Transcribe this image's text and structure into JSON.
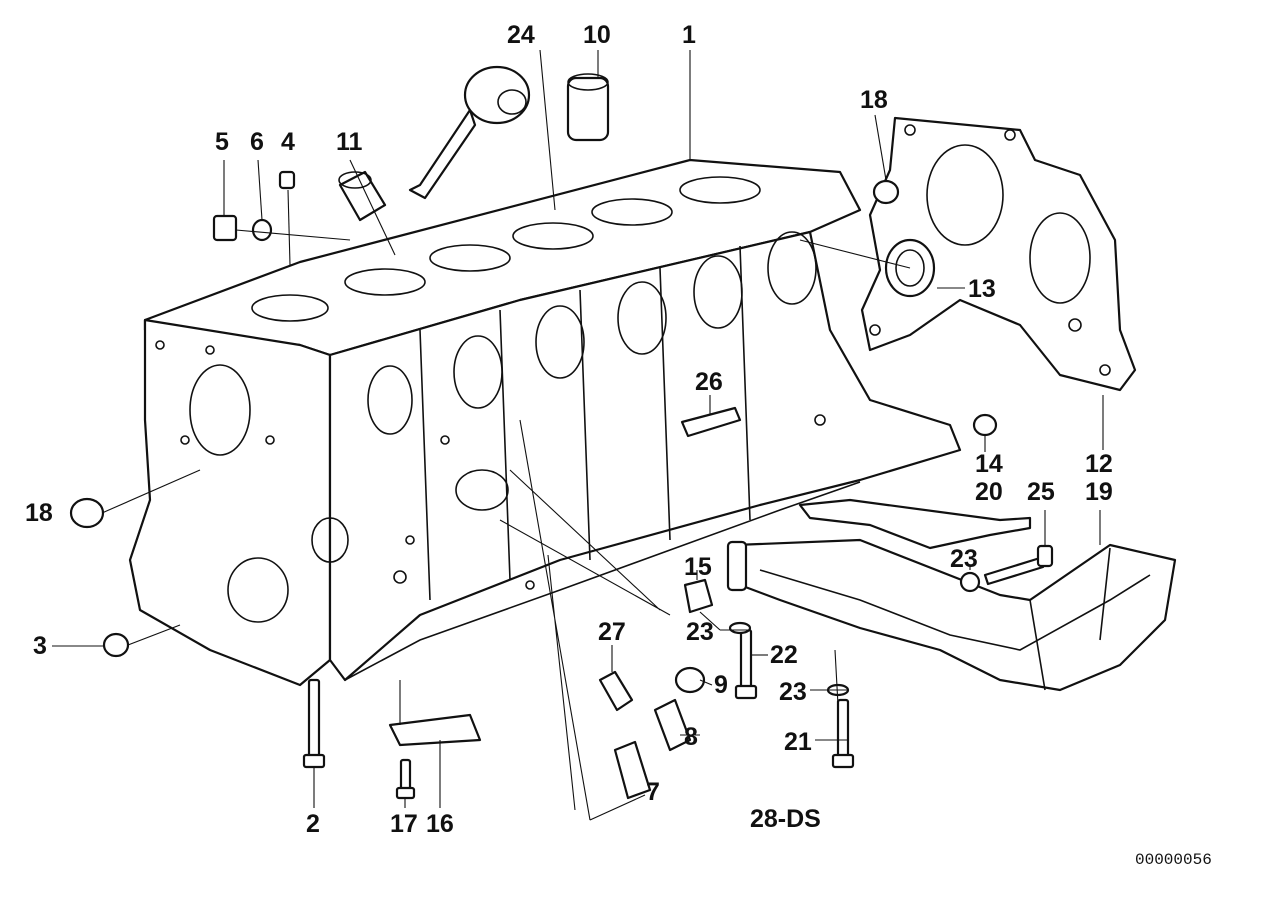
{
  "diagram": {
    "callouts": [
      "1",
      "2",
      "3",
      "4",
      "5",
      "6",
      "7",
      "8",
      "9",
      "10",
      "11",
      "12",
      "13",
      "14",
      "15",
      "16",
      "17",
      "18",
      "18",
      "19",
      "20",
      "21",
      "22",
      "23",
      "23",
      "23",
      "24",
      "25",
      "26",
      "27"
    ],
    "code": "28-DS",
    "doc_id": "00000056"
  }
}
